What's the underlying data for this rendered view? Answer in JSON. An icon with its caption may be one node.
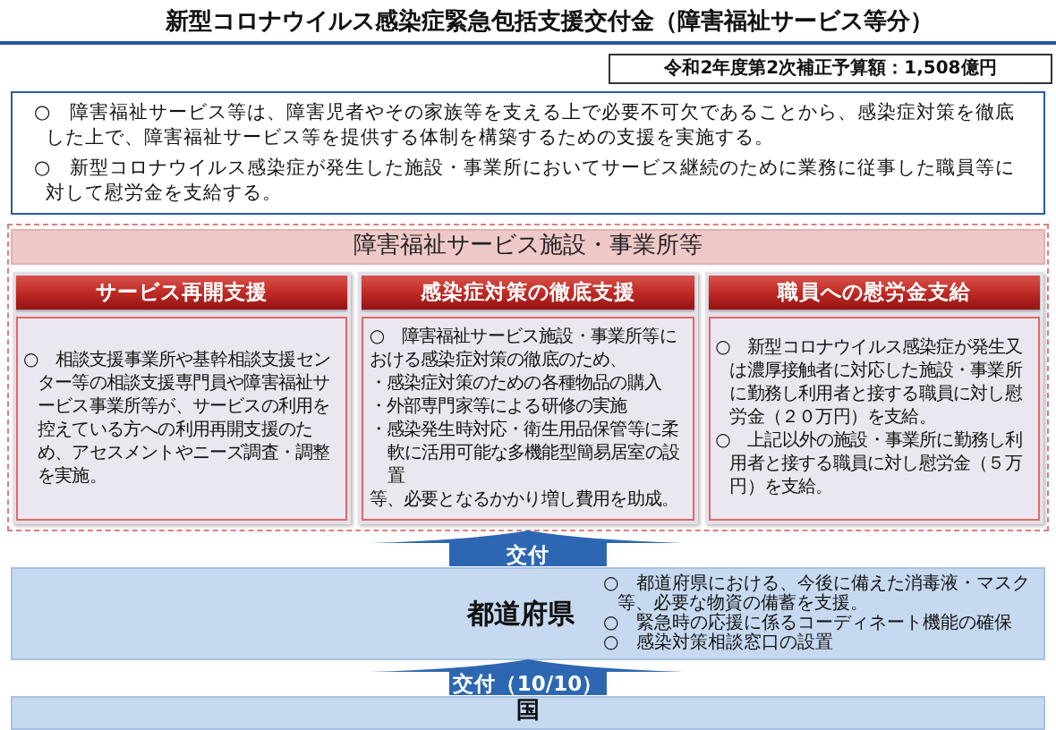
{
  "diagram": {
    "title": "新型コロナウイルス感染症緊急包括支援交付金（障害福祉サービス等分）",
    "nodes": [
      {
        "text": [
          "令和2年度第2次補正予算額：1,508億円"
        ]
      },
      {
        "text": [
          "○　障害福祉サービス等は、障害児者やその家族等を支える上で必要不可欠であることから、感染症対策を徹底した上で、障害福祉サービス等を提供する体制を構築するための支援を実施する。",
          "○　新型コロナウイルス感染症が発生した施設・事業所においてサービス継続のために業務に従事した職員等に対して慰労金を支給する。"
        ]
      },
      {
        "text": [
          "障害福祉サービス施設・事業所等"
        ]
      },
      {
        "text": [],
        "shape": "box",
        "in": 2
      },
      {
        "text": [
          "サービス再開支援"
        ],
        "in": 3
      },
      {
        "text": [
          "○　相談支援事業所や基幹相談支援センター等の相談支援専門員や障害福祉サービス事業所等が、サービスの利用を控えている方への利用再開支援のため、アセスメントやニーズ調査・調整を実施。"
        ],
        "in": 3
      },
      {
        "text": [],
        "shape": "box",
        "in": 2
      },
      {
        "text": [
          "感染症対策の徹底支援"
        ],
        "in": 6
      },
      {
        "text": [
          "○　障害福祉サービス施設・事業所等における感染症対策の徹底のため、",
          "・感染症対策のための各種物品の購入",
          "・外部専門家等による研修の実施",
          "・感染発生時対応・衛生用品保管等に柔軟に活用可能な多機能型簡易居室の設置",
          "等、必要となるかかり増し費用を助成。"
        ],
        "in": 6
      },
      {
        "text": [],
        "shape": "box",
        "in": 2
      },
      {
        "text": [
          "職員への慰労金支給"
        ],
        "in": 9
      },
      {
        "text": [
          "○　新型コロナウイルス感染症が発生又は濃厚接触者に対応した施設・事業所に勤務し利用者と接する職員に対し慰労金（２０万円）を支給。",
          "○　上記以外の施設・事業所に勤務し利用者と接する職員に対し慰労金（５万円）を支給。"
        ],
        "in": 9
      },
      {
        "text": [
          "都道府県",
          "○　都道府県における、今後に備えた消毒液・マスク等、必要な物資の備蓄を支援。",
          "○　緊急時の応援に係るコーディネート機能の確保",
          "○　感染対策相談窓口の設置"
        ]
      },
      {
        "text": [
          "国"
        ]
      }
    ],
    "edges": [
      {
        "from": 12,
        "to": 2,
        "arrow": "to",
        "label": "交付"
      },
      {
        "from": 13,
        "to": 12,
        "arrow": "to",
        "label": "交付（10/10）"
      }
    ]
  }
}
